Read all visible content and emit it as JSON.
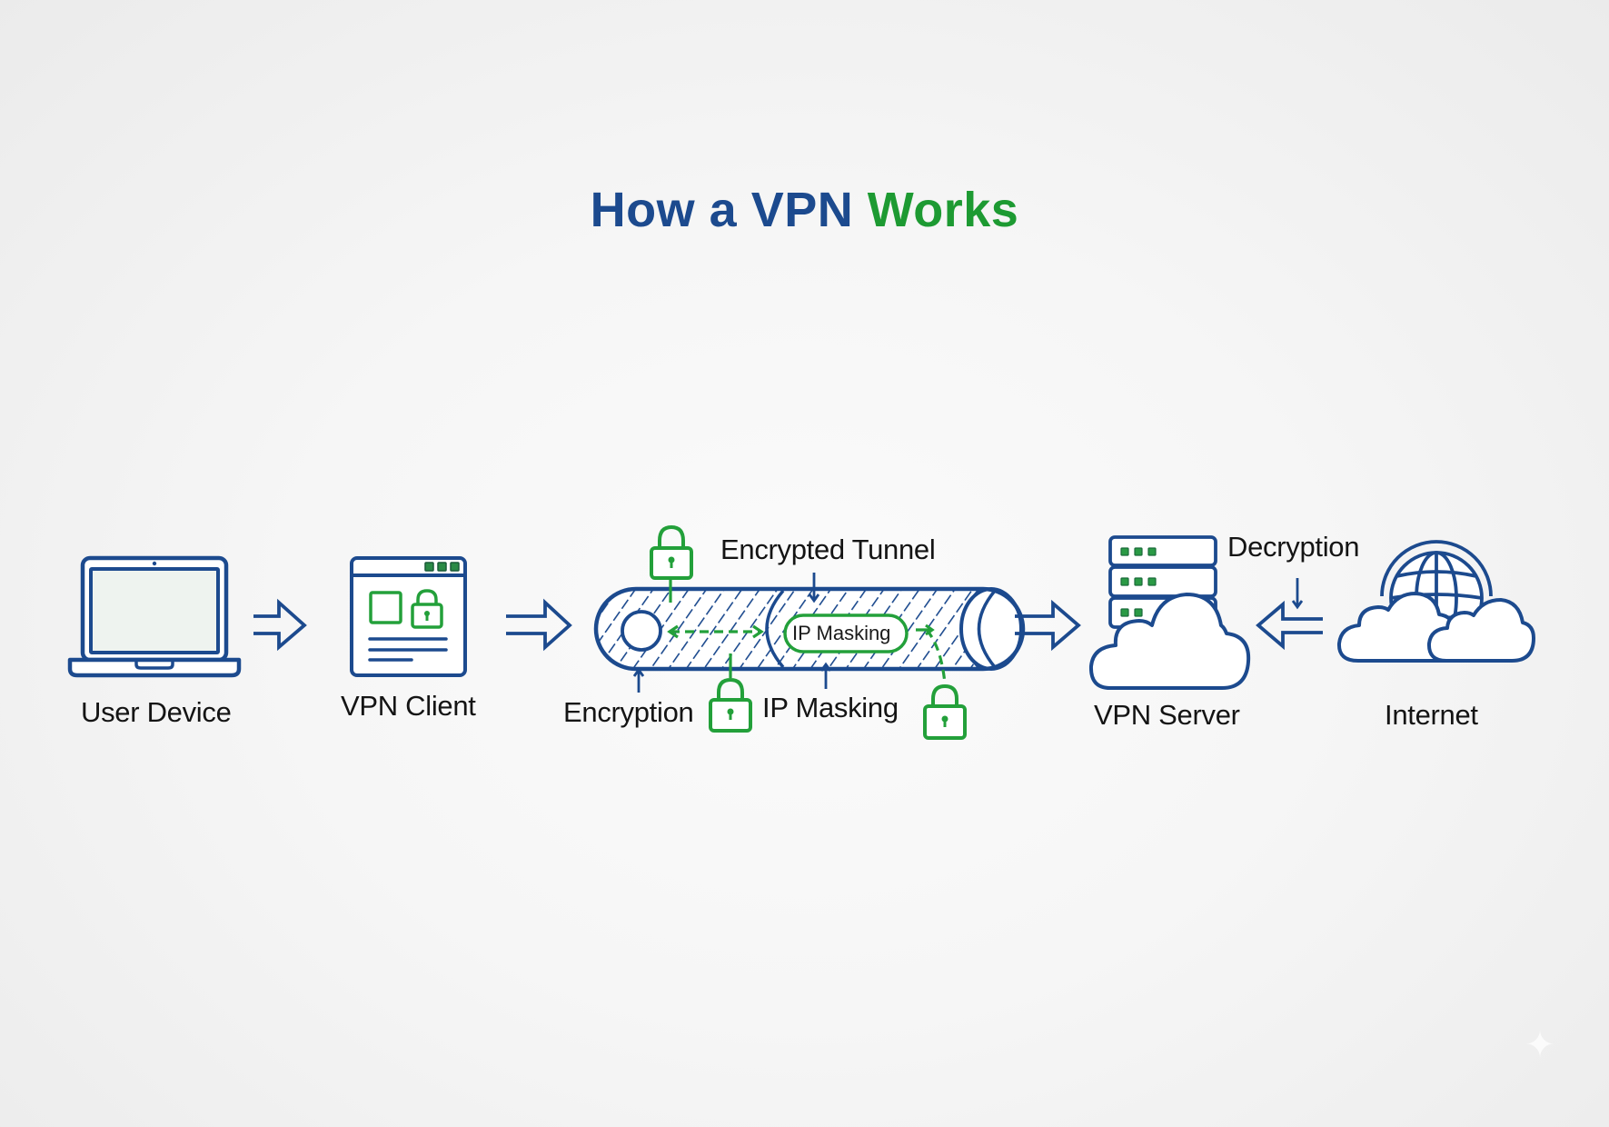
{
  "title": {
    "part1": "How a VPN",
    "part2": "Works",
    "colors": {
      "part1": "#1c4a8e",
      "part2": "#1d9a32"
    }
  },
  "colors": {
    "primary_stroke": "#1c4a8e",
    "accent_green": "#23a03a",
    "label_text": "#141414"
  },
  "nodes": [
    {
      "id": "user-device",
      "label": "User Device",
      "icon": "laptop-icon"
    },
    {
      "id": "vpn-client",
      "label": "VPN Client",
      "icon": "browser-window-lock-icon"
    },
    {
      "id": "encrypted-tunnel",
      "label": "Encrypted Tunnel",
      "icon": "tunnel-icon"
    },
    {
      "id": "vpn-server",
      "label": "VPN Server",
      "icon": "server-cloud-icon"
    },
    {
      "id": "internet",
      "label": "Internet",
      "icon": "globe-cloud-icon"
    }
  ],
  "tunnel": {
    "pill_label": "IP Masking",
    "annotations": {
      "encryption": "Encryption",
      "ip_masking": "IP Masking",
      "decryption": "Decryption"
    }
  },
  "arrows": [
    {
      "from": "user-device",
      "to": "vpn-client",
      "direction": "right"
    },
    {
      "from": "vpn-client",
      "to": "encrypted-tunnel",
      "direction": "right"
    },
    {
      "from": "encrypted-tunnel",
      "to": "vpn-server",
      "direction": "right"
    },
    {
      "from": "internet",
      "to": "vpn-server",
      "direction": "left"
    }
  ]
}
